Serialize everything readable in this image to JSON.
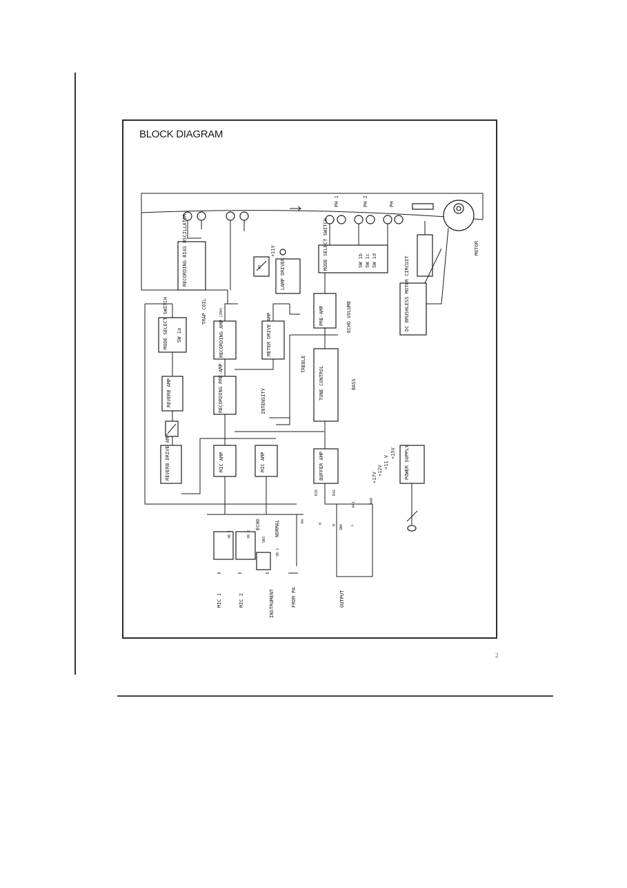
{
  "title": "BLOCK DIAGRAM",
  "page_number": "2",
  "blocks": {
    "recording_bias_oscillator": "RECORDING BIAS OSCILLATOR",
    "trap_coil": "TRAP COIL",
    "trap_coil_value": "(200)",
    "recording_amp": "RECORDING AMP",
    "mode_select_switch_1a": "MODE SELECT SWITCH",
    "sw_1a": "SW 1a",
    "reverb_amp": "REVERB AMP",
    "reverb_drive_amp": "REVERB DRIVE AMP",
    "recording_pre_amp": "RECORDING PRE-AMP",
    "mic_amp_1": "MIC AMP",
    "mic_amp_2": "MIC AMP",
    "meter_drive_amp": "METER DRIVE AMP",
    "lamp_driver": "LAMP DRIVER",
    "vu": "VU",
    "plus_11v": "+11V",
    "pre_amp": "PRE-AMP",
    "echo_volume": "ECHO VOLUME",
    "mode_select_switch_main": "MODE SELECT SWITCH",
    "sw_1b": "SW 1b",
    "sw_1c": "SW 1c",
    "sw_1d": "SW 1d",
    "tone_control": "TONE CONTROL",
    "treble": "TREBLE",
    "bass": "BASS",
    "intensity": "INTENSITY",
    "buffer_amp": "BUFFER AMP",
    "dc_brushless_motor_circuit": "DC BRUSHLESS MOTOR CIRCUIT",
    "motor": "MOTOR",
    "ph1": "PH 1",
    "ph2": "PH 2",
    "ph3": "PH",
    "power_supply": "POWER SUPPLY",
    "volt_17": "+17V",
    "volt_12": "+12V",
    "volt_11": "+11 V",
    "volt_15": "+15V"
  },
  "inputs": {
    "mic1": "MIC 1",
    "mic2": "MIC 2",
    "instrument": "INSTRUMENT",
    "from_pa": "FROM PA",
    "output": "OUTPUT"
  },
  "components": {
    "vr1": "VR 1",
    "vr2": "VR 2",
    "vr3": "VR 3",
    "sw3": "SW3",
    "echo": "ECHO",
    "normal": "NORMAL",
    "sw4": "SW4",
    "r39": "R39",
    "r40": "R40",
    "r41": "R41",
    "r42": "R42",
    "h": "H",
    "m": "M",
    "l": "L",
    "r_a": "R4"
  }
}
